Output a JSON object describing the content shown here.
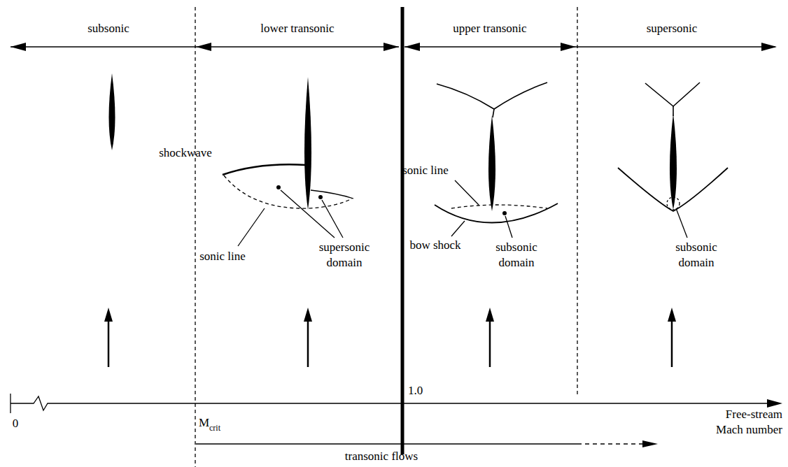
{
  "diagram": {
    "labels": [
      "subsonic",
      "lower transonic",
      "upper transonic",
      "supersonic",
      "shockwave",
      "sonic line",
      "supersonic domain",
      "sonic line",
      "bow shock",
      "subsonic domain",
      "subsonic domain",
      "0",
      "M",
      "crit",
      "1.0",
      "Free-stream Mach number",
      "transonic flows"
    ]
  }
}
